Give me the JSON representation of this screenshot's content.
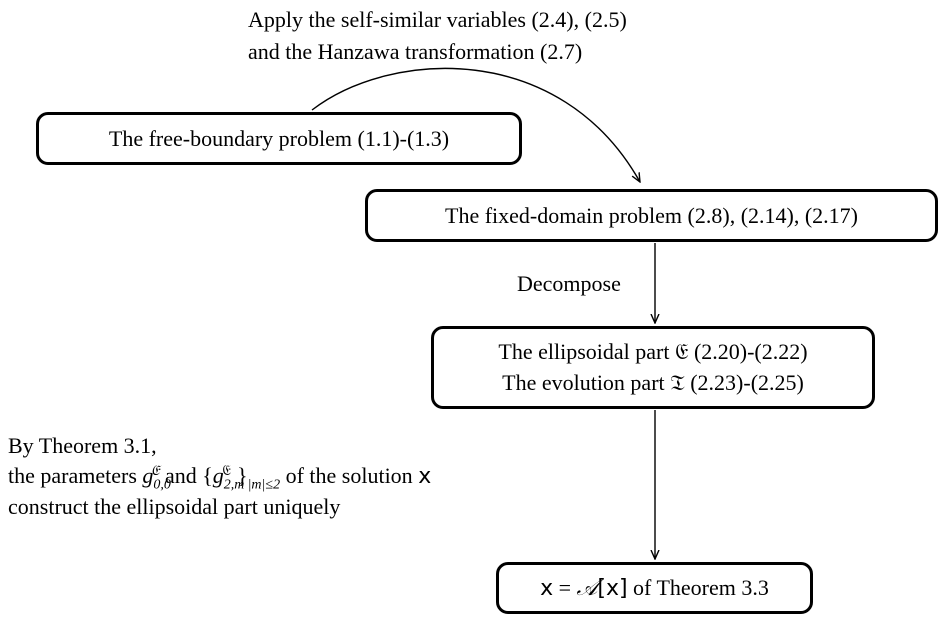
{
  "top_note": {
    "line1": "Apply the self-similar variables (2.4), (2.5)",
    "line2": "and the Hanzawa transformation (2.7)"
  },
  "box_free_boundary": "The free-boundary problem (1.1)-(1.3)",
  "box_fixed_domain": "The fixed-domain problem (2.8), (2.14), (2.17)",
  "decompose_label": "Decompose",
  "box_parts": {
    "ellipsoidal_prefix": "The ellipsoidal part",
    "ellipsoidal_symbol": "𝔈",
    "ellipsoidal_ref": "(2.20)-(2.22)",
    "evolution_prefix": "The evolution part",
    "evolution_symbol": "𝔗",
    "evolution_ref": "(2.23)-(2.25)"
  },
  "theorem_note": {
    "line1": "By Theorem 3.1,",
    "line2_a": "the parameters",
    "g_base": "g",
    "sub_00": "0,0",
    "sup_frak": "𝔈",
    "and_text": "and",
    "brace_open": "{",
    "sub_2m": "2,m",
    "brace_close": "}",
    "range_sub": "|m|≤2",
    "line2_b": "of the solution",
    "solution_var": "x",
    "line3": "construct the ellipsoidal part uniquely"
  },
  "box_final": {
    "lhs": "x",
    "eq": "=",
    "operator": "𝒜",
    "arg": "[x]",
    "suffix": "of Theorem 3.3"
  }
}
